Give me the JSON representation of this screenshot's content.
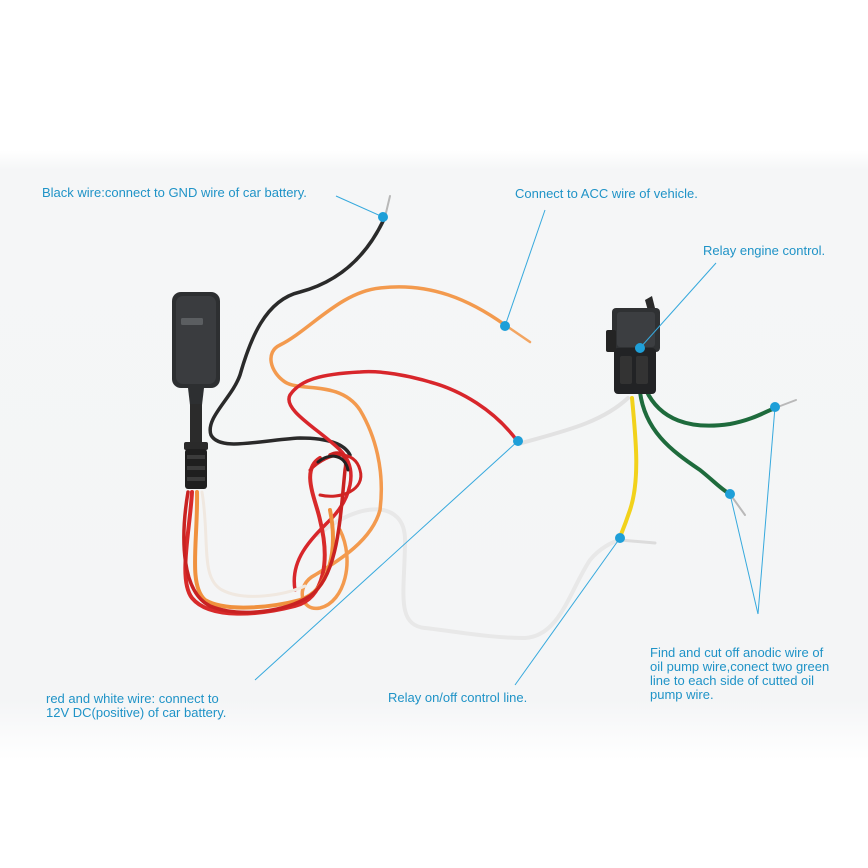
{
  "labels": {
    "black_wire": "Black wire:connect to GND wire of car battery.",
    "acc": "Connect to ACC wire of vehicle.",
    "relay": "Relay engine control.",
    "oil_pump": "Find and cut off anodic wire of\noil pump wire,conect two green\nline to each side of cutted oil\npump wire.",
    "red_white": "red and white wire: connect to\n12V DC(positive) of car battery.",
    "control_line": "Relay on/off control line."
  },
  "colors": {
    "label_text": "#1f93c7",
    "callout_line": "#36a9dd",
    "callout_dot": "#1e9fd8",
    "wire_black": "#2a2a2a",
    "wire_orange": "#f39a4e",
    "wire_red": "#d8262b",
    "wire_white": "#e4e4e4",
    "wire_green": "#1e6b3c",
    "wire_yellow": "#f2d21b",
    "device_body": "#2d2f31"
  }
}
